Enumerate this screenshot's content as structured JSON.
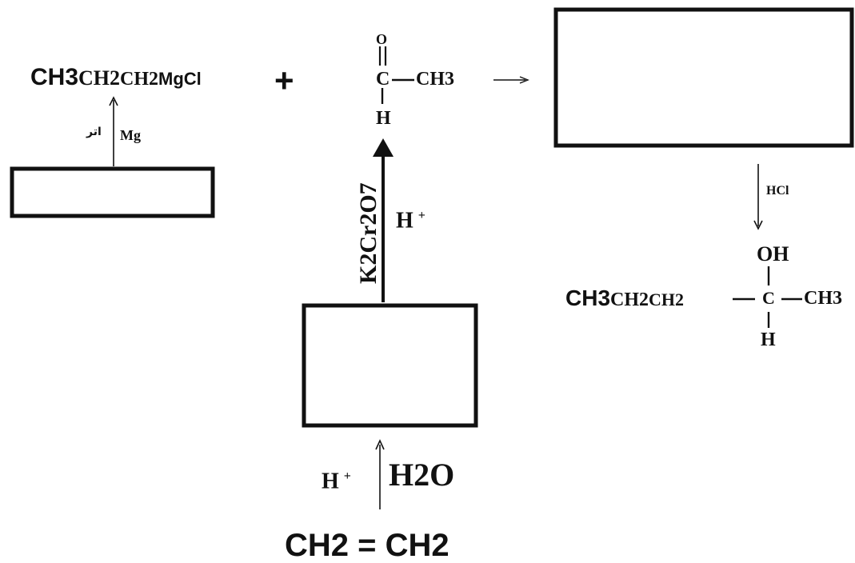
{
  "grignard": {
    "formula_a": "CH3",
    "formula_b": "CH2",
    "formula_c": "CH2",
    "formula_d": "MgCl"
  },
  "plus": "+",
  "acetaldehyde": {
    "O": "O",
    "double_bond": "=",
    "C": "C",
    "bond": "—",
    "CH3": "CH3",
    "H": "H"
  },
  "reagents": {
    "ether": "اتر",
    "mg": "Mg",
    "oxidant": "K2Cr2O7",
    "acid": "H",
    "acid_sup": "+",
    "hydration_acid": "H",
    "hydration_acid_sup": "+",
    "water": "H2O",
    "hcl": "HCl"
  },
  "product": {
    "formula_a": "CH3",
    "formula_b": "CH2",
    "formula_c": "CH2",
    "OH": "OH",
    "C": "C",
    "CH3": "CH3",
    "H": "H"
  },
  "start": {
    "formula": "CH2 = CH2"
  }
}
